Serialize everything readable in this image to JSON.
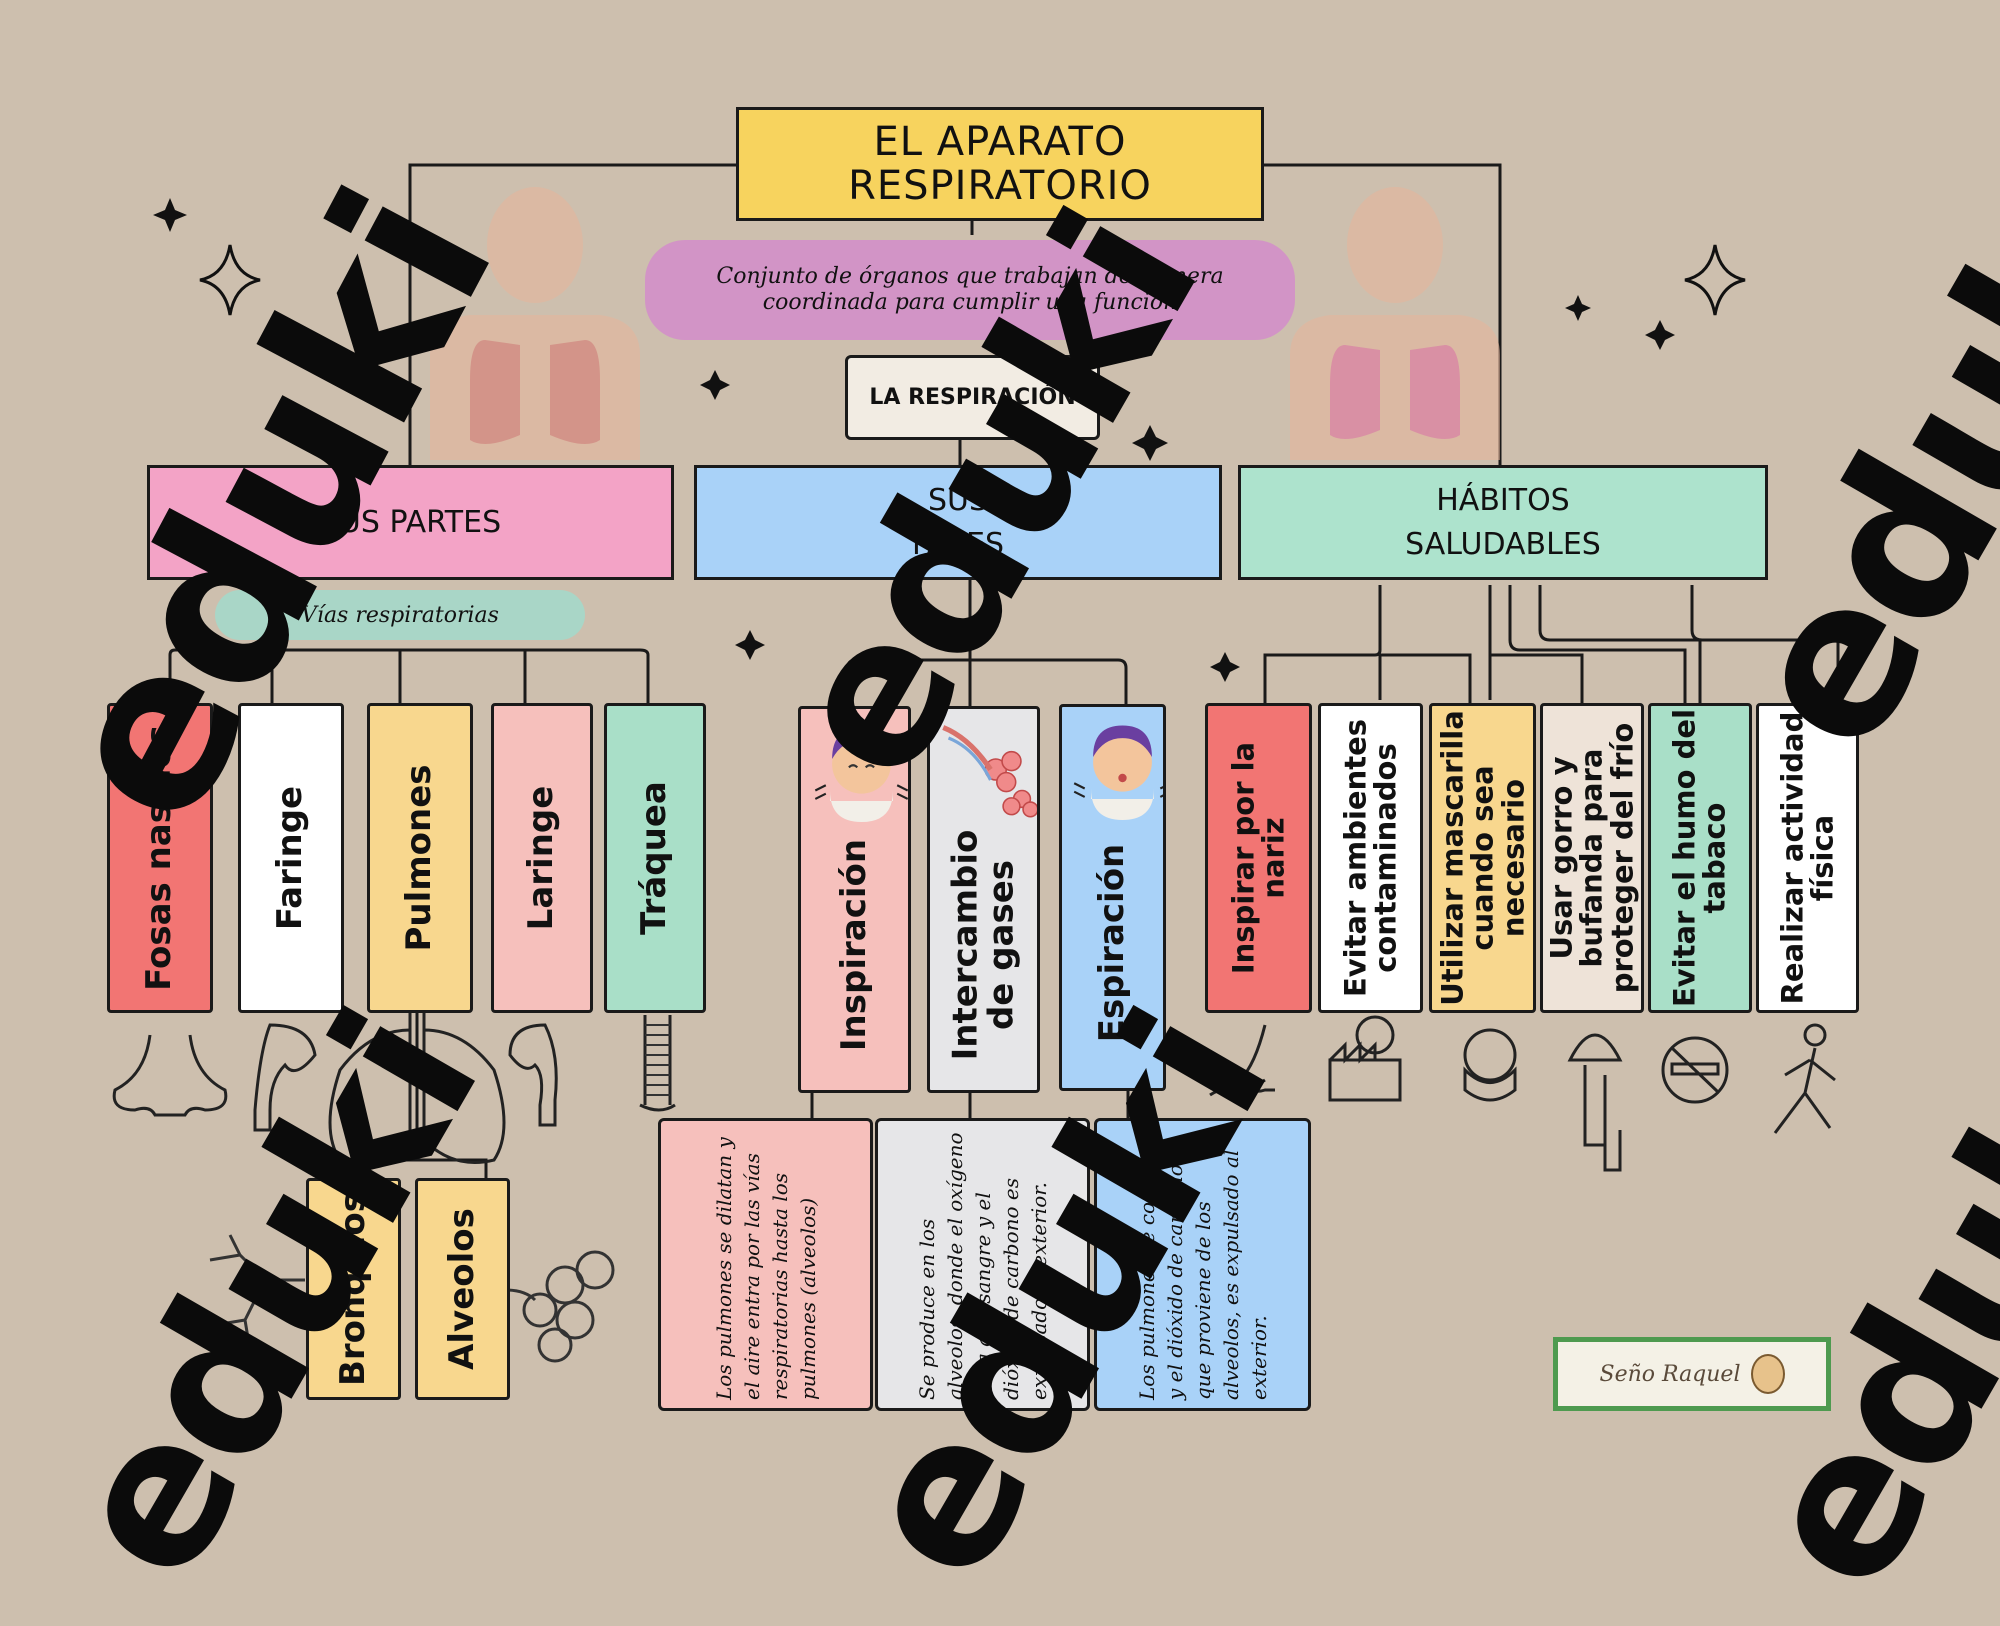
{
  "title": "EL APARATO\nRESPIRATORIO",
  "definition": "Conjunto de órganos que trabajan de manera coordinada para cumplir una función",
  "sign_label": "LA RESPIRACIÓN",
  "categories": {
    "partes": "SUS PARTES",
    "fases": "SUS\nFASES",
    "habitos": "HÁBITOS\nSALUDABLES"
  },
  "subtitle_partes": "Vías respiratorias",
  "partes": [
    {
      "label": "Fosas nasales",
      "color": "#f27573",
      "icon": "nose-icon"
    },
    {
      "label": "Faringe",
      "color": "#ffffff",
      "icon": "pharynx-icon"
    },
    {
      "label": "Pulmones",
      "color": "#f8d78e",
      "icon": "lungs-icon"
    },
    {
      "label": "Laringe",
      "color": "#f6c0bc",
      "icon": "larynx-icon"
    },
    {
      "label": "Tráquea",
      "color": "#a9dfc8",
      "icon": "trachea-icon"
    }
  ],
  "subpartes": [
    {
      "label": "Bronquios",
      "color": "#f8d78e",
      "icon": "bronchi-icon"
    },
    {
      "label": "Alveolos",
      "color": "#f8d78e",
      "icon": "alveoli-icon"
    }
  ],
  "fases": [
    {
      "label": "Inspiración",
      "color": "#f6c0bc",
      "icon": "inhale-face-icon"
    },
    {
      "label": "Intercambio de gases",
      "color": "#e6e6e8",
      "icon": "alveoli-exchange-icon"
    },
    {
      "label": "Espiración",
      "color": "#a9d2f8",
      "icon": "exhale-face-icon"
    }
  ],
  "fase_descripciones": [
    {
      "text": "Los pulmones se dilatan y el aire entra por las vías respiratorias hasta los pulmones (alveolos)",
      "color": "#f6c0bc"
    },
    {
      "text": "Se produce en los alveolos, donde el oxígeno pasa a la sangre y el dióxido de carbono es expulsado al exterior.",
      "color": "#e6e6e8"
    },
    {
      "text": "Los pulmones se contraen y el dióxido de carbono que proviene de los alveolos, es expulsado al exterior.",
      "color": "#a9d2f8"
    }
  ],
  "habitos": [
    {
      "label": "Inspirar por la nariz",
      "color": "#f27573",
      "icon": "nose-breath-icon"
    },
    {
      "label": "Evitar ambientes contaminados",
      "color": "#ffffff",
      "icon": "factory-co2-icon"
    },
    {
      "label": "Utilizar mascarilla cuando sea necesario",
      "color": "#f8d78e",
      "icon": "mask-icon"
    },
    {
      "label": "Usar gorro y bufanda para proteger del frío",
      "color": "#eee3d8",
      "icon": "hat-scarf-icon"
    },
    {
      "label": "Evitar el humo del tabaco",
      "color": "#a9dfc8",
      "icon": "no-smoking-icon"
    },
    {
      "label": "Realizar actividad física",
      "color": "#ffffff",
      "icon": "runner-icon"
    }
  ],
  "sticker": "Seño Raquel",
  "watermark": "eduki"
}
